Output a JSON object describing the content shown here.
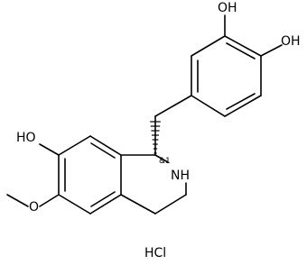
{
  "molecule": {
    "labels": {
      "oh_catechol_top": "OH",
      "oh_catechol_side": "OH",
      "oh_left": "HO",
      "methoxy_o": "O",
      "amine": "NH",
      "stereo": "&1",
      "salt": "HCl"
    }
  }
}
